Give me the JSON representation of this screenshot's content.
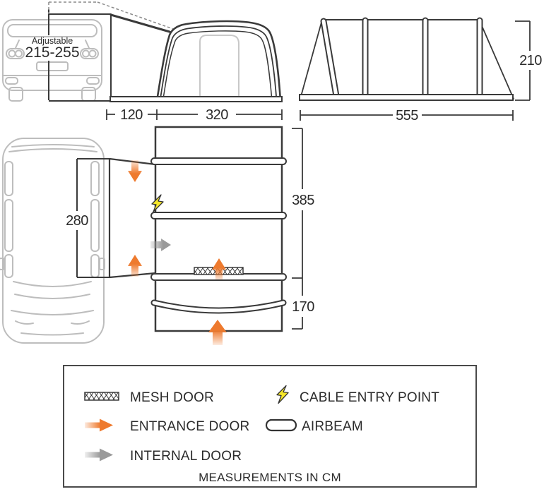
{
  "colors": {
    "line_dark": "#3a3a3a",
    "text": "#2b2b2b",
    "van_gray": "#bdbdbd",
    "door_gray": "#c8c8c8",
    "entrance_orange": "#EE7A2E",
    "internal_gray": "#9a9a9a",
    "cable_yellow": "#F6E72A"
  },
  "van_rear": {
    "adjustable_label": "Adjustable",
    "adjustable_range": "215-255"
  },
  "front_view": {
    "dim_connector": "120",
    "dim_width": "320"
  },
  "side_view": {
    "dim_length": "555",
    "dim_height": "210"
  },
  "floor_plan": {
    "dim_door_width": "280",
    "dim_main_length": "385",
    "dim_front_length": "170"
  },
  "legend": {
    "items": [
      {
        "icon": "mesh-door-icon",
        "label": "MESH DOOR"
      },
      {
        "icon": "cable-entry-icon",
        "label": "CABLE ENTRY POINT"
      },
      {
        "icon": "entrance-door-icon",
        "label": "ENTRANCE DOOR"
      },
      {
        "icon": "airbeam-icon",
        "label": "AIRBEAM"
      },
      {
        "icon": "internal-door-icon",
        "label": "INTERNAL DOOR"
      }
    ],
    "note": "MEASUREMENTS IN CM"
  }
}
